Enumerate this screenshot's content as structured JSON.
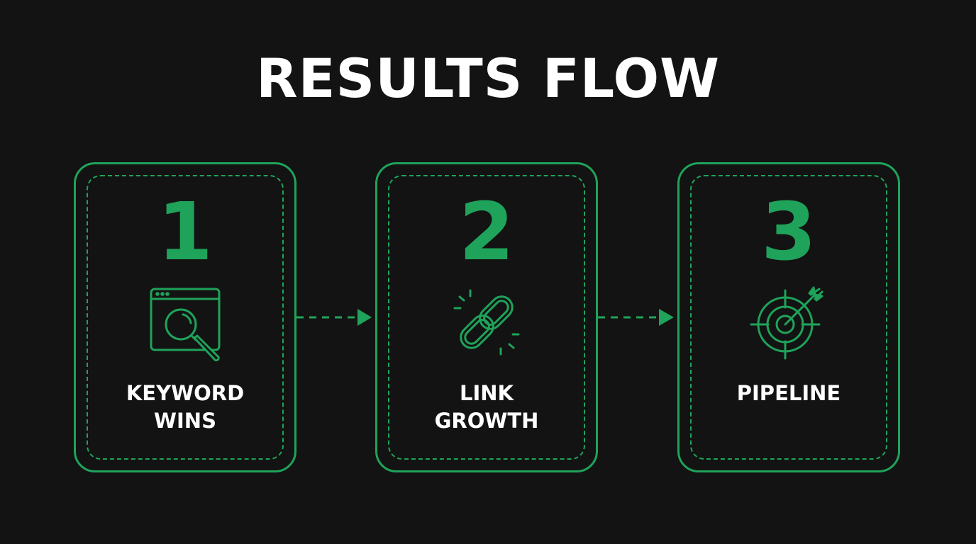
{
  "title": "RESULTS FLOW",
  "colors": {
    "background": "#131313",
    "accent": "#1fa35a",
    "text": "#ffffff"
  },
  "steps": [
    {
      "number": "1",
      "label": "KEYWORD\nWINS",
      "icon": "browser-search-icon"
    },
    {
      "number": "2",
      "label": "LINK\nGROWTH",
      "icon": "chain-link-icon"
    },
    {
      "number": "3",
      "label": "PIPELINE",
      "icon": "target-arrow-icon"
    }
  ],
  "connectors": [
    {
      "from": "1",
      "to": "2",
      "style": "dashed-arrow"
    },
    {
      "from": "2",
      "to": "3",
      "style": "dashed-arrow"
    }
  ]
}
